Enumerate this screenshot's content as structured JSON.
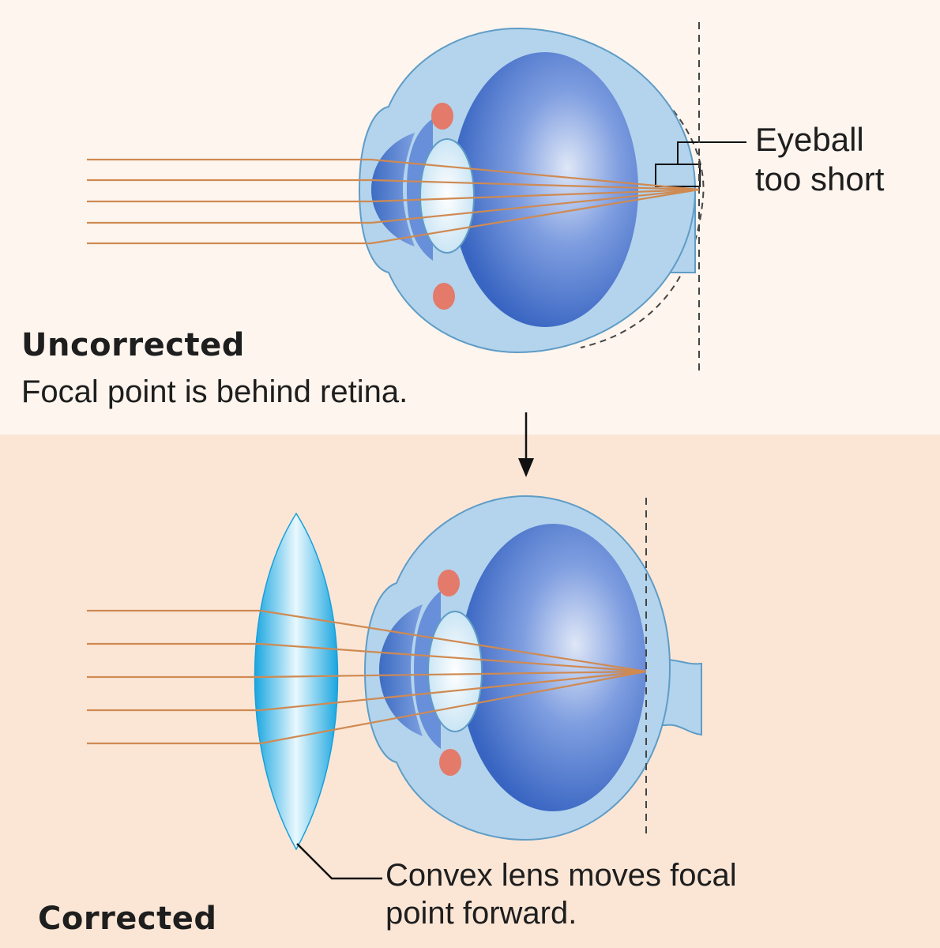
{
  "colors": {
    "panel_top": "#fdf5ee",
    "panel_bottom": "#fbe6d6",
    "sclera": "#b3d4ec",
    "sclera_outline": "#5f9cc6",
    "eyeball_inner": "#3f6fc8",
    "lens_fill": "#e9f5fb",
    "ciliary": "#e47a6a",
    "light_ray": "#cf8a52",
    "corrective_lens": "#3db7e6",
    "text": "#1e1e1e"
  },
  "uncorrected": {
    "title": "Uncorrected",
    "caption": "Focal point is behind retina.",
    "callout_line1": "Eyeball",
    "callout_line2": "too short"
  },
  "corrected": {
    "title": "Corrected",
    "caption_line1": "Convex lens moves focal",
    "caption_line2": "point forward."
  }
}
